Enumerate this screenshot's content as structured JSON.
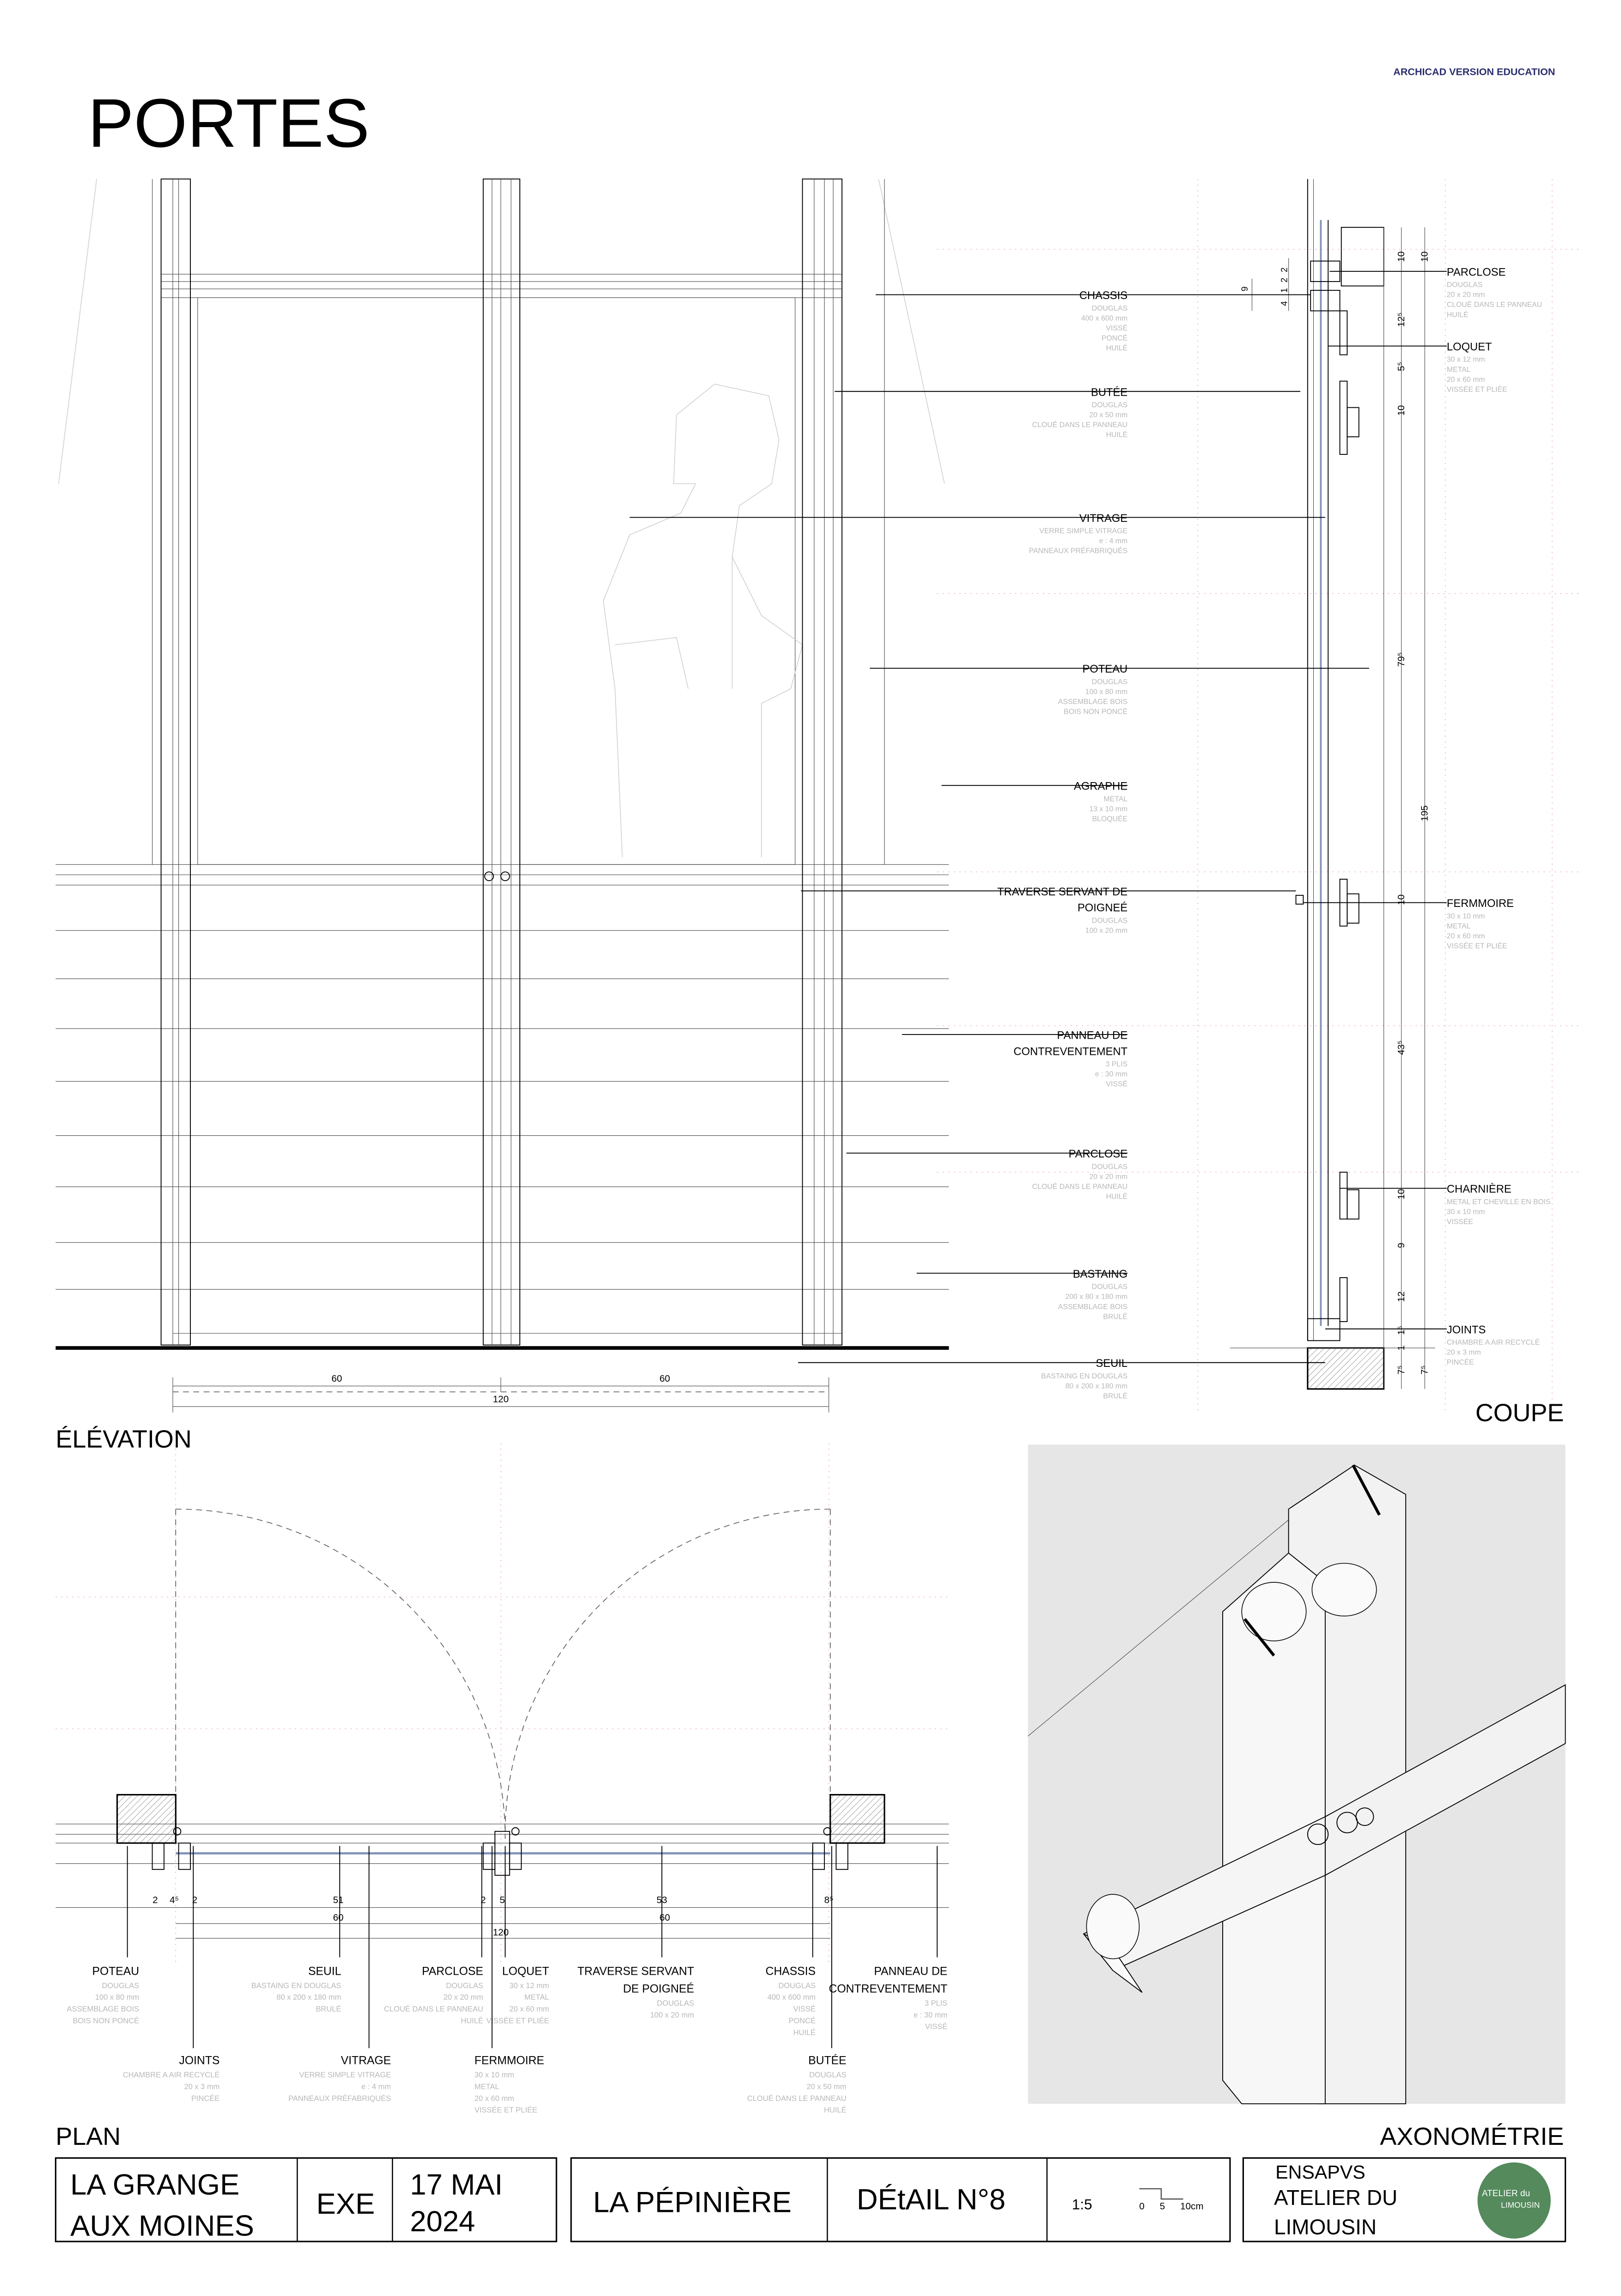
{
  "header": {
    "watermark": "ARCHICAD VERSION EDUCATION",
    "title": "PORTES"
  },
  "views": {
    "elevation": "ÉLÉVATION",
    "coupe": "COUPE",
    "plan": "PLAN",
    "axonometrie": "AXONOMÉTRIE"
  },
  "elevation": {
    "dims": [
      "60",
      "60",
      "120"
    ]
  },
  "coupe": {
    "left_labels": [
      {
        "title": [
          "CHASSIS"
        ],
        "details": [
          "DOUGLAS",
          "400 x 600 mm",
          "VISSÉ",
          "PONCÉ",
          "HUILÉ"
        ]
      },
      {
        "title": [
          "BUTÉE"
        ],
        "details": [
          "DOUGLAS",
          "20 x 50 mm",
          "CLOUÉ DANS LE PANNEAU",
          "HUILÉ"
        ]
      },
      {
        "title": [
          "VITRAGE"
        ],
        "details": [
          "VERRE SIMPLE VITRAGE",
          "e : 4 mm",
          "PANNEAUX PRÉFABRIQUÉS"
        ]
      },
      {
        "title": [
          "POTEAU"
        ],
        "details": [
          "DOUGLAS",
          "100 x 80 mm",
          "ASSEMBLAGE BOIS",
          "BOIS NON PONCÉ"
        ]
      },
      {
        "title": [
          "AGRAPHE"
        ],
        "details": [
          "METAL",
          "13 x 10 mm",
          "BLOQUÉE"
        ]
      },
      {
        "title": [
          "TRAVERSE SERVANT DE",
          "POIGNEÉ"
        ],
        "details": [
          "DOUGLAS",
          "100 x 20 mm"
        ]
      },
      {
        "title": [
          "PANNEAU DE",
          "CONTREVENTEMENT"
        ],
        "details": [
          "3 PLIS",
          "e : 30 mm",
          "VISSÉ"
        ]
      },
      {
        "title": [
          "PARCLOSE"
        ],
        "details": [
          "DOUGLAS",
          "20 x 20 mm",
          "CLOUÉ DANS LE PANNEAU",
          "HUILÉ"
        ]
      },
      {
        "title": [
          "BASTAING"
        ],
        "details": [
          "DOUGLAS",
          "200 x 80 x 180 mm",
          "ASSEMBLAGE BOIS",
          "BRULÉ"
        ]
      },
      {
        "title": [
          "SEUIL"
        ],
        "details": [
          "BASTAING EN DOUGLAS",
          "80 x 200 x 180 mm",
          "BRULÉ"
        ]
      }
    ],
    "right_labels": [
      {
        "title": [
          "PARCLOSE"
        ],
        "details": [
          "DOUGLAS",
          "20 x 20 mm",
          "CLOUÉ DANS LE PANNEAU",
          "HUILÉ"
        ]
      },
      {
        "title": [
          "LOQUET"
        ],
        "details": [
          "30 x 12 mm",
          "METAL",
          "20 x 60 mm",
          "VISSÉE ET PLIÉE"
        ]
      },
      {
        "title": [
          "FERMMOIRE"
        ],
        "details": [
          "30 x 10 mm",
          "METAL",
          "20 x 60 mm",
          "VISSÉE ET PLIÉE"
        ]
      },
      {
        "title": [
          "CHARNIÈRE"
        ],
        "details": [
          "METAL ET CHEVILLE EN BOIS",
          "30 x 10 mm",
          "VISSÉE"
        ]
      },
      {
        "title": [
          "JOINTS"
        ],
        "details": [
          "CHAMBRE A AIR RECYCLÉ",
          "20 x 3 mm",
          "PINCÉE"
        ]
      }
    ],
    "dims_inner": [
      "10",
      "12⁵",
      "5⁵",
      "10",
      "79⁵",
      "10",
      "43⁵",
      "10",
      "9",
      "12",
      "1⁵",
      "1",
      "7⁵"
    ],
    "dims_outer": [
      "10",
      "195",
      "7⁵"
    ],
    "dims_chassis": [
      "9",
      "4",
      "1",
      "2",
      "2"
    ]
  },
  "plan": {
    "dims_row1": [
      "2",
      "4⁵",
      "2",
      "51",
      "2",
      "5",
      "53",
      "8⁵"
    ],
    "dims_row2": [
      "60",
      "60"
    ],
    "dims_row3": [
      "120"
    ],
    "labels_top": [
      {
        "title": [
          "POTEAU"
        ],
        "details": [
          "DOUGLAS",
          "100 x 80 mm",
          "ASSEMBLAGE BOIS",
          "BOIS NON PONCÉ"
        ]
      },
      {
        "title": [
          "SEUIL"
        ],
        "details": [
          "BASTAING EN DOUGLAS",
          "80 x 200 x 180 mm",
          "BRULÉ"
        ]
      },
      {
        "title": [
          "PARCLOSE"
        ],
        "details": [
          "DOUGLAS",
          "20 x 20 mm",
          "CLOUÉ DANS LE PANNEAU",
          "HUILÉ"
        ]
      },
      {
        "title": [
          "LOQUET"
        ],
        "details": [
          "30 x 12 mm",
          "METAL",
          "20 x 60 mm",
          "VISSÉE ET PLIÉE"
        ]
      },
      {
        "title": [
          "TRAVERSE SERVANT",
          "DE POIGNEÉ"
        ],
        "details": [
          "DOUGLAS",
          "100 x 20 mm"
        ]
      },
      {
        "title": [
          "CHASSIS"
        ],
        "details": [
          "DOUGLAS",
          "400 x 600 mm",
          "VISSÉ",
          "PONCÉ",
          "HUILÉ"
        ]
      },
      {
        "title": [
          "PANNEAU DE",
          "CONTREVENTEMENT"
        ],
        "details": [
          "3 PLIS",
          "e : 30 mm",
          "VISSÉ"
        ]
      }
    ],
    "labels_bottom": [
      {
        "title": [
          "JOINTS"
        ],
        "details": [
          "CHAMBRE A AIR RECYCLÉ",
          "20 x 3 mm",
          "PINCÉE"
        ]
      },
      {
        "title": [
          "VITRAGE"
        ],
        "details": [
          "VERRE SIMPLE VITRAGE",
          "e : 4 mm",
          "PANNEAUX PRÉFABRIQUÉS"
        ]
      },
      {
        "title": [
          "FERMMOIRE"
        ],
        "details": [
          "30 x 10 mm",
          "METAL",
          "20 x 60 mm",
          "VISSÉE ET PLIÉE"
        ]
      },
      {
        "title": [
          "BUTÉE"
        ],
        "details": [
          "DOUGLAS",
          "20 x 50 mm",
          "CLOUÉ DANS LE PANNEAU",
          "HUILÉ"
        ]
      }
    ]
  },
  "title_block": {
    "project_line1": "LA GRANGE",
    "project_line2": "AUX MOINES",
    "phase": "EXE",
    "date_line1": "17 MAI",
    "date_line2": "2024",
    "site": "LA PÉPINIÈRE",
    "detail": "DÉtAIL N°8",
    "scale": "1:5",
    "scale_bar": [
      "0",
      "5",
      "10cm"
    ],
    "school": "ENSAPVS",
    "atelier_line1": "ATELIER DU",
    "atelier_line2": "LIMOUSIN",
    "logo_line1": "ATELIER du",
    "logo_line2": "LIMOUSIN"
  },
  "colors": {
    "logo_green": "#548a5c",
    "watermark_navy": "#2b2f6e",
    "glass": "#7f93b8",
    "axo_background": "#e6e6e6"
  }
}
